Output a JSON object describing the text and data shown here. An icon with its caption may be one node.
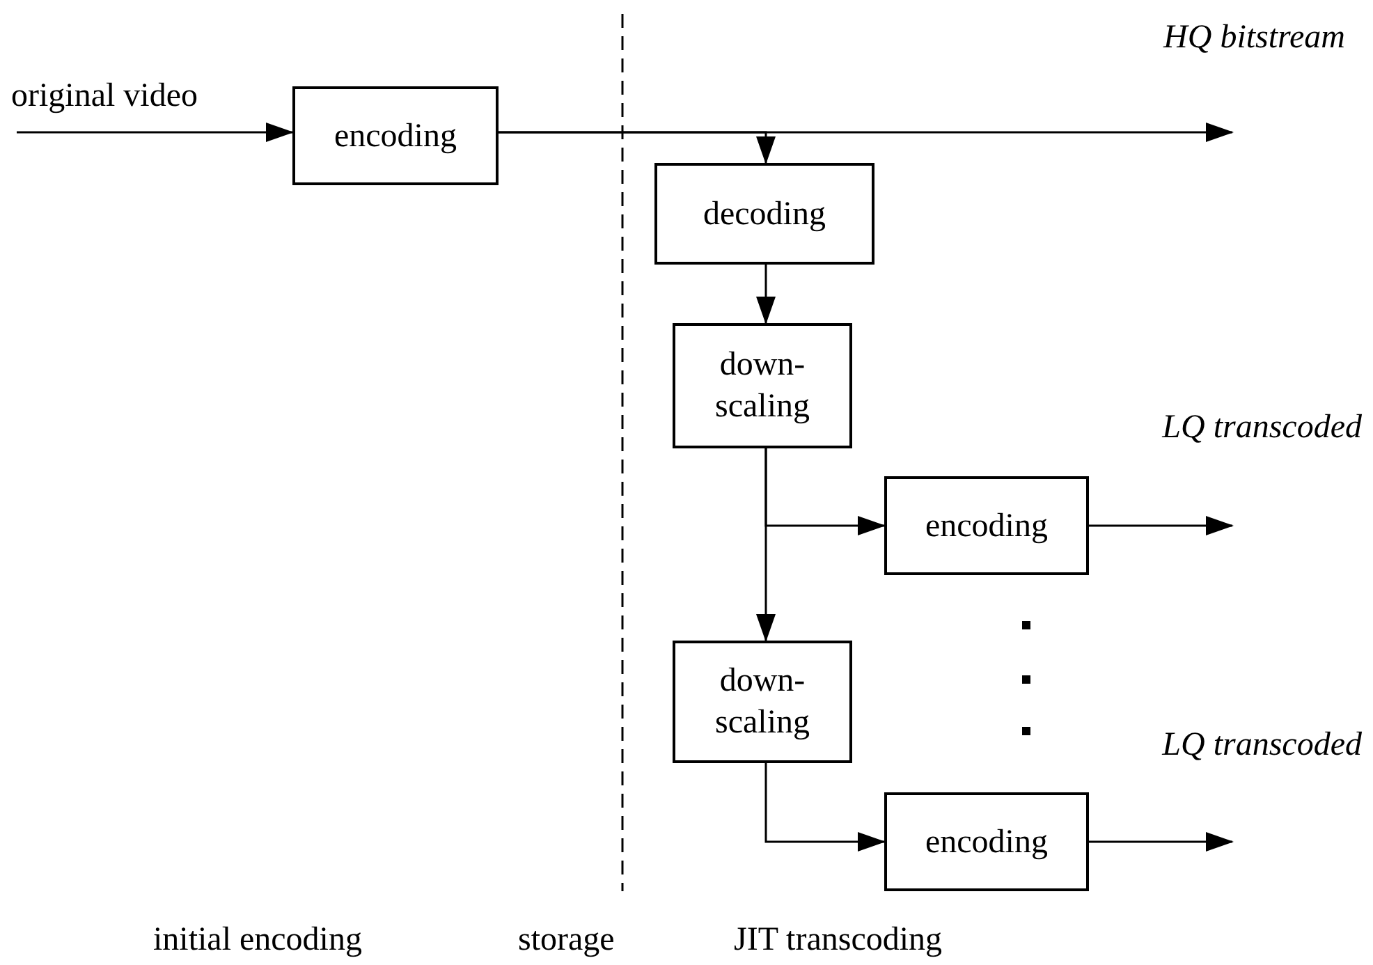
{
  "diagram": {
    "nodes": [
      {
        "text": [
          "encoding"
        ]
      },
      {
        "text": [
          "decoding"
        ]
      },
      {
        "text": [
          "down- scaling"
        ]
      },
      {
        "text": [
          "encoding"
        ]
      },
      {
        "text": [
          "down- scaling"
        ]
      },
      {
        "text": [
          "encoding"
        ]
      }
    ],
    "edges": [
      {
        "from": null,
        "to": 0,
        "arrow": "to",
        "label": "original video"
      },
      {
        "from": 0,
        "to": null,
        "arrow": "to",
        "label": "HQ bitstream"
      },
      {
        "from": 0,
        "to": 1,
        "arrow": "to"
      },
      {
        "from": 1,
        "to": 2,
        "arrow": "to"
      },
      {
        "from": 2,
        "to": 3,
        "arrow": "to"
      },
      {
        "from": 2,
        "to": 4,
        "arrow": "to"
      },
      {
        "from": 3,
        "to": null,
        "arrow": "to",
        "label": "LQ transcoded"
      },
      {
        "from": 4,
        "to": 5,
        "arrow": "to"
      },
      {
        "from": 5,
        "to": null,
        "arrow": "to",
        "label": "LQ transcoded"
      }
    ],
    "labels": [
      "initial encoding",
      "storage",
      "JIT transcoding"
    ]
  }
}
